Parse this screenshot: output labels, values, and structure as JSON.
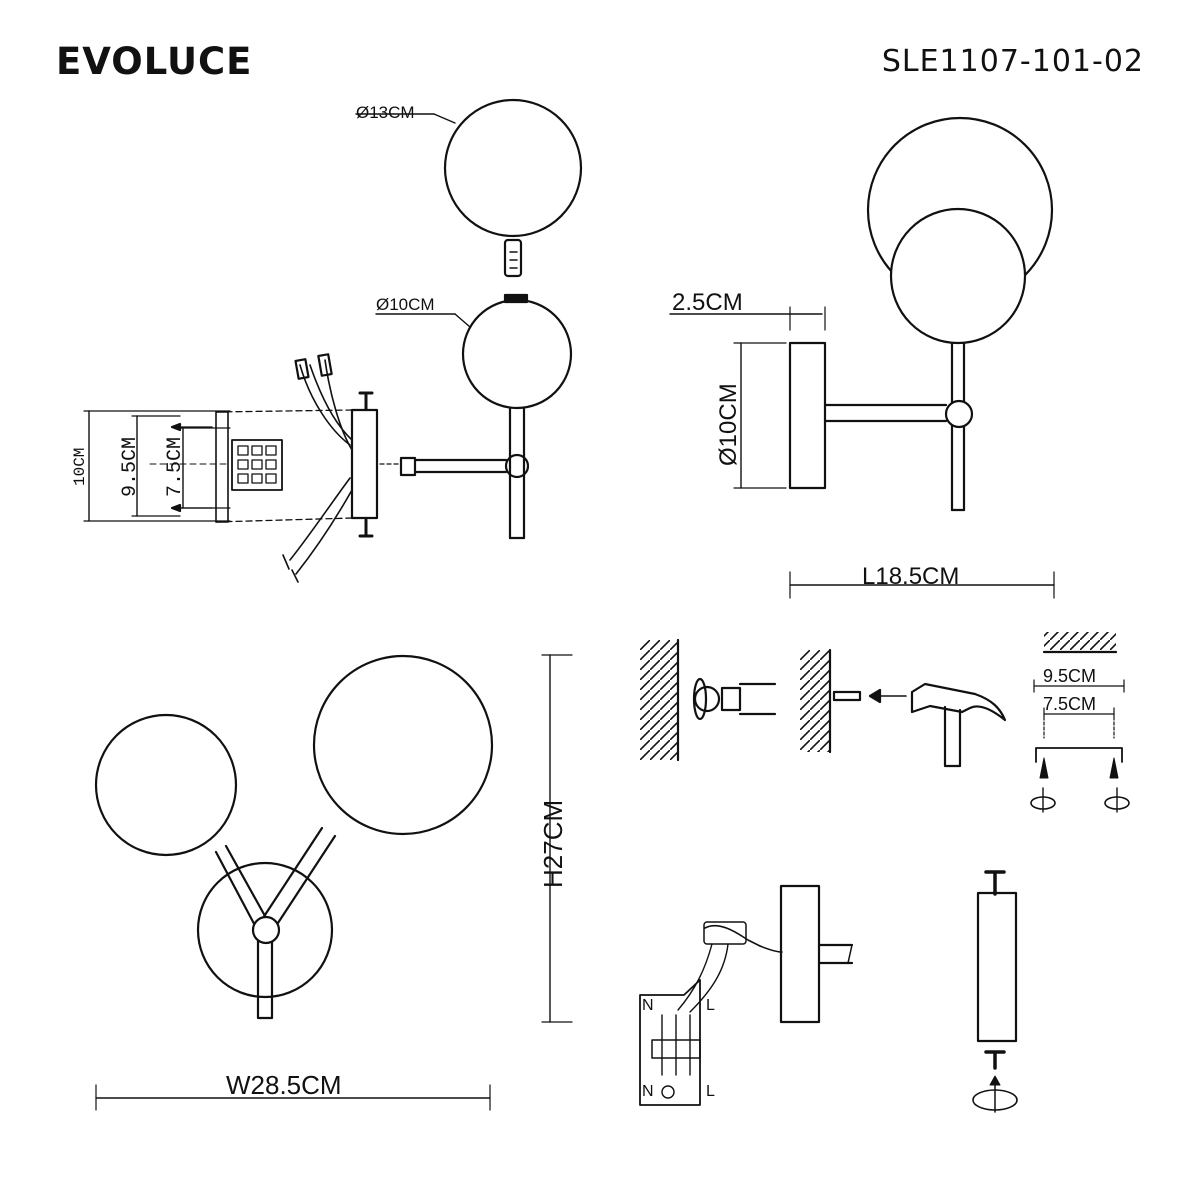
{
  "header": {
    "brand": "EVOLUCE",
    "model": "SLE1107-101-02"
  },
  "top_view": {
    "shade_large": "Ø13CM",
    "shade_small": "Ø10CM"
  },
  "backplate_view": {
    "height": "10CM",
    "mount_outer": "9.5CM",
    "mount_inner": "7.5CM"
  },
  "side_view": {
    "depth": "2.5CM",
    "plate_diameter": "Ø10CM",
    "length": "L18.5CM"
  },
  "front_view": {
    "height": "H27CM",
    "width": "W28.5CM"
  },
  "install_steps": {
    "spacing_outer": "9.5CM",
    "spacing_inner": "7.5CM",
    "terminal_n_top": "N",
    "terminal_l_top": "L",
    "terminal_n_bottom": "N",
    "terminal_l_bottom": "L"
  },
  "colors": {
    "line": "#111111",
    "background": "#ffffff"
  }
}
